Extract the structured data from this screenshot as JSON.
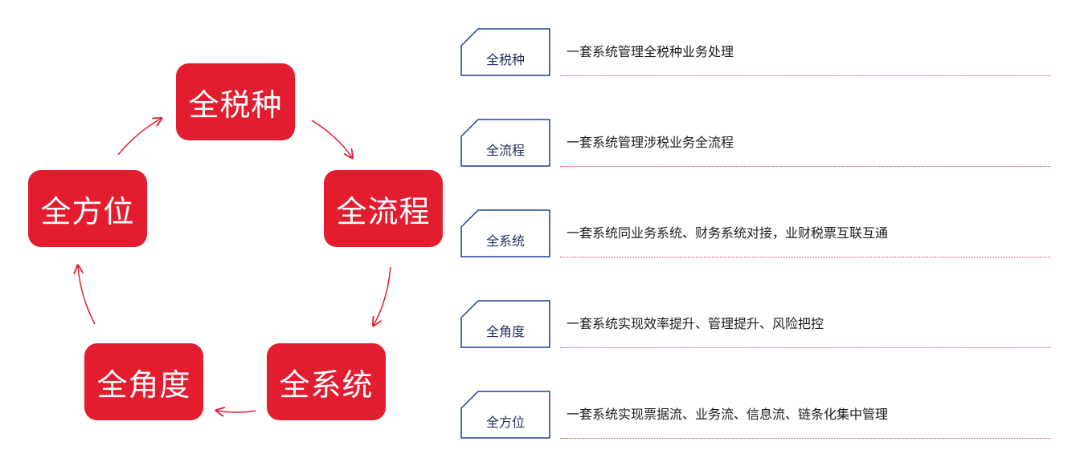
{
  "cycle": {
    "nodes": [
      "全税种",
      "全流程",
      "全系统",
      "全角度",
      "全方位"
    ]
  },
  "rows": [
    {
      "tag": "全税种",
      "text": "一套系统管理全税种业务处理"
    },
    {
      "tag": "全流程",
      "text": "一套系统管理涉税业务全流程"
    },
    {
      "tag": "全系统",
      "text": "一套系统同业务系统、财务系统对接，业财税票互联互通"
    },
    {
      "tag": "全角度",
      "text": "一套系统实现效率提升、管理提升、风险把控"
    },
    {
      "tag": "全方位",
      "text": "一套系统实现票据流、业务流、信息流、链条化集中管理"
    }
  ],
  "colors": {
    "node_fill": "#e31c2f",
    "arrow": "#e31c2f",
    "tag_border": "#1f3f9a",
    "dotted_line": "#e04050"
  }
}
